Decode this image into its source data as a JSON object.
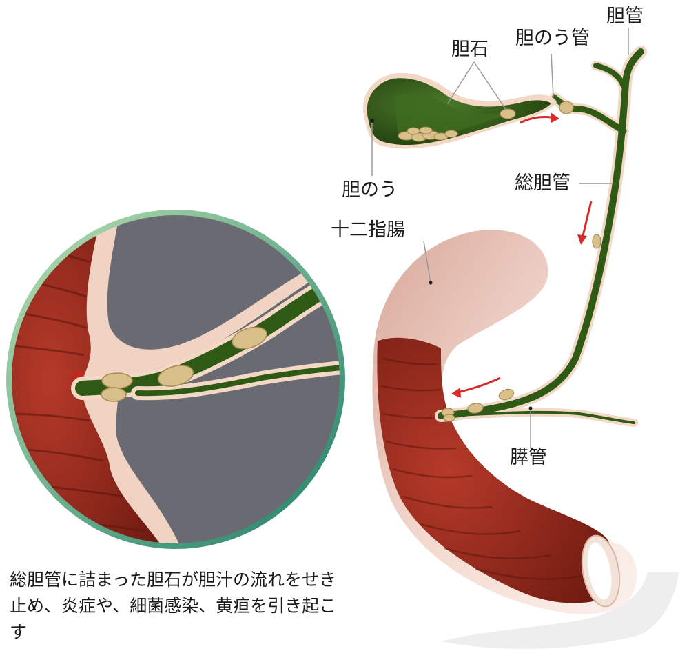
{
  "labels": {
    "gallstone": "胆石",
    "cystic_duct": "胆のう管",
    "bile_duct": "胆管",
    "gallbladder": "胆のう",
    "common_bile_duct": "総胆管",
    "duodenum": "十二指腸",
    "pancreatic_duct": "膵管"
  },
  "caption": "総胆管に詰まった胆石が胆汁の流れをせき止め、炎症や、細菌感染、黄疸を引き起こす",
  "colors": {
    "duct_green": "#2f5a16",
    "duct_outline": "#f3d8c6",
    "stone": "#d9c08a",
    "arrow_red": "#d62b2b",
    "intestine_red": "#8e2418",
    "duodenum_pink": "#ecc7bb",
    "inset_gray": "#686870",
    "inset_ring": "#2f8a6e"
  }
}
